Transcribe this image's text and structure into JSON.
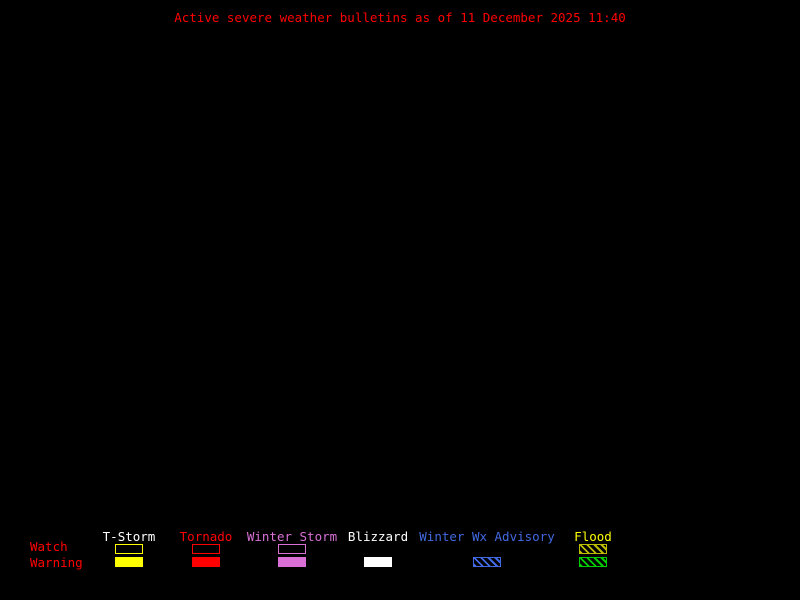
{
  "title": "Active severe weather bulletins as of 11 December 2025 11:40",
  "colors": {
    "background": "#000000",
    "title": "#ff0000",
    "row_labels": "#ff0000"
  },
  "legend": {
    "watch_label": "Watch",
    "warning_label": "Warning",
    "columns": [
      {
        "id": "t-storm",
        "label": "T-Storm",
        "label_color": "#ffffff",
        "watch": {
          "fill": "outline",
          "color": "#ffff00"
        },
        "warning": {
          "fill": "solid",
          "color": "#ffff00"
        }
      },
      {
        "id": "tornado",
        "label": "Tornado",
        "label_color": "#ff0000",
        "watch": {
          "fill": "outline",
          "color": "#ff0000"
        },
        "warning": {
          "fill": "solid",
          "color": "#ff0000"
        }
      },
      {
        "id": "winter-storm",
        "label": "Winter Storm",
        "label_color": "#da70d6",
        "watch": {
          "fill": "outline",
          "color": "#da70d6"
        },
        "warning": {
          "fill": "solid",
          "color": "#da70d6"
        }
      },
      {
        "id": "blizzard",
        "label": "Blizzard",
        "label_color": "#ffffff",
        "watch": null,
        "warning": {
          "fill": "solid",
          "color": "#ffffff"
        }
      },
      {
        "id": "winter-wx-advisory",
        "label": "Winter Wx Advisory",
        "label_color": "#4169e1",
        "watch": null,
        "warning": {
          "fill": "hatch",
          "color": "#4169e1"
        }
      },
      {
        "id": "flood",
        "label": "Flood",
        "label_color": "#ffff00",
        "watch": {
          "fill": "hatch",
          "color": "#bbbb00"
        },
        "warning": {
          "fill": "hatch",
          "color": "#00cc00"
        }
      }
    ]
  }
}
